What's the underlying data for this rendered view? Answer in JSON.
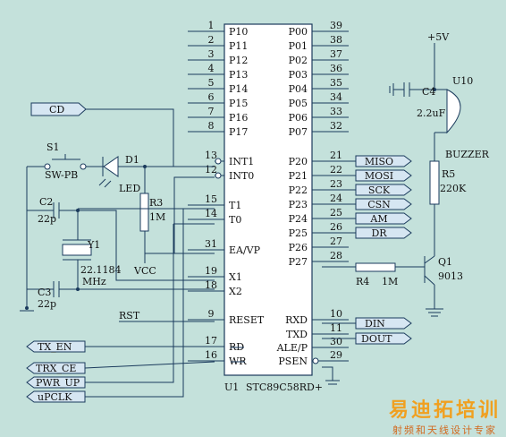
{
  "chip": {
    "ref": "U1",
    "part": "STC89C58RD+",
    "left_pins": [
      {
        "num": "1",
        "name": "P10"
      },
      {
        "num": "2",
        "name": "P11"
      },
      {
        "num": "3",
        "name": "P12"
      },
      {
        "num": "4",
        "name": "P13"
      },
      {
        "num": "5",
        "name": "P14"
      },
      {
        "num": "6",
        "name": "P15"
      },
      {
        "num": "7",
        "name": "P16"
      },
      {
        "num": "8",
        "name": "P17"
      },
      {
        "num": "13",
        "name": "INT1"
      },
      {
        "num": "12",
        "name": "INT0"
      },
      {
        "num": "15",
        "name": "T1"
      },
      {
        "num": "14",
        "name": "T0"
      },
      {
        "num": "31",
        "name": "EA/VP"
      },
      {
        "num": "19",
        "name": "X1"
      },
      {
        "num": "18",
        "name": "X2"
      },
      {
        "num": "9",
        "name": "RESET"
      },
      {
        "num": "17",
        "name": "RD"
      },
      {
        "num": "16",
        "name": "WR"
      }
    ],
    "right_pins": [
      {
        "num": "39",
        "name": "P00"
      },
      {
        "num": "38",
        "name": "P01"
      },
      {
        "num": "37",
        "name": "P02"
      },
      {
        "num": "36",
        "name": "P03"
      },
      {
        "num": "35",
        "name": "P04"
      },
      {
        "num": "34",
        "name": "P05"
      },
      {
        "num": "33",
        "name": "P06"
      },
      {
        "num": "32",
        "name": "P07"
      },
      {
        "num": "21",
        "name": "P20"
      },
      {
        "num": "22",
        "name": "P21"
      },
      {
        "num": "23",
        "name": "P22"
      },
      {
        "num": "24",
        "name": "P23"
      },
      {
        "num": "25",
        "name": "P24"
      },
      {
        "num": "26",
        "name": "P25"
      },
      {
        "num": "27",
        "name": "P26"
      },
      {
        "num": "28",
        "name": "P27"
      },
      {
        "num": "10",
        "name": "RXD"
      },
      {
        "num": "11",
        "name": "TXD"
      },
      {
        "num": "30",
        "name": "ALE/P"
      },
      {
        "num": "29",
        "name": "PSEN"
      }
    ]
  },
  "nets": {
    "cd": "CD",
    "miso": "MISO",
    "mosi": "MOSI",
    "sck": "SCK",
    "csn": "CSN",
    "am": "AM",
    "dr": "DR",
    "din": "DIN",
    "dout": "DOUT",
    "tx_en": "TX_EN",
    "trx_ce": "TRX_CE",
    "pwr_up": "PWR_UP",
    "upclk": "uPCLK",
    "rst": "RST"
  },
  "components": {
    "s1_ref": "S1",
    "s1_val": "SW-PB",
    "d1_ref": "D1",
    "d1_val": "LED",
    "r3_ref": "R3",
    "r3_val": "1M",
    "vcc": "VCC",
    "c2_ref": "C2",
    "c2_val": "22p",
    "c3_ref": "C3",
    "c3_val": "22p",
    "y1_ref": "Y1",
    "y1_val1": "22.1184",
    "y1_val2": "MHz",
    "supply": "+5V",
    "c4_ref": "C4",
    "c4_val": "2.2uF",
    "u10_ref": "U10",
    "u10_val": "BUZZER",
    "r5_ref": "R5",
    "r5_val": "220K",
    "q1_ref": "Q1",
    "q1_val": "9013",
    "r4_ref": "R4",
    "r4_val": "1M"
  },
  "watermark": {
    "title": "易迪拓培训",
    "subtitle": "射频和天线设计专家"
  }
}
